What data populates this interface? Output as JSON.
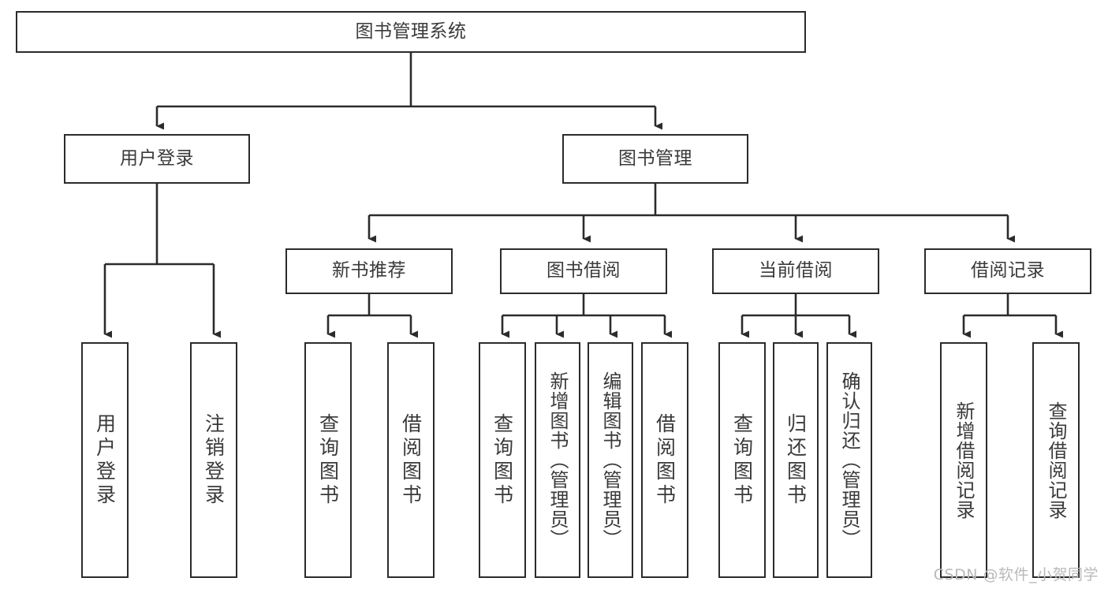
{
  "diagram": {
    "type": "tree-hierarchy",
    "title": "图书管理系统",
    "colors": {
      "box_border": "#2b2b2b",
      "box_fill": "#ffffff",
      "connector": "#2b2b2b",
      "text": "#3a3a3a",
      "watermark": "#b9b9b9",
      "background": "#ffffff"
    },
    "levels": [
      {
        "level": 1,
        "nodes": [
          {
            "id": "root",
            "label": "图书管理系统",
            "orientation": "horizontal"
          }
        ]
      },
      {
        "level": 2,
        "nodes": [
          {
            "id": "user-login",
            "label": "用户登录",
            "orientation": "horizontal",
            "parent": "root"
          },
          {
            "id": "book-manage",
            "label": "图书管理",
            "orientation": "horizontal",
            "parent": "root"
          }
        ]
      },
      {
        "level": 3,
        "nodes": [
          {
            "id": "new-book-rec",
            "label": "新书推荐",
            "orientation": "horizontal",
            "parent": "book-manage"
          },
          {
            "id": "book-borrow",
            "label": "图书借阅",
            "orientation": "horizontal",
            "parent": "book-manage"
          },
          {
            "id": "current-borrow",
            "label": "当前借阅",
            "orientation": "horizontal",
            "parent": "book-manage"
          },
          {
            "id": "borrow-record",
            "label": "借阅记录",
            "orientation": "horizontal",
            "parent": "book-manage"
          }
        ]
      },
      {
        "level": 4,
        "nodes": [
          {
            "id": "leaf-user-login",
            "label": "用户登录",
            "orientation": "vertical",
            "parent": "user-login"
          },
          {
            "id": "leaf-logout",
            "label": "注销登录",
            "orientation": "vertical",
            "parent": "user-login"
          },
          {
            "id": "leaf-query-book-1",
            "label": "查询图书",
            "orientation": "vertical",
            "parent": "new-book-rec"
          },
          {
            "id": "leaf-borrow-book-1",
            "label": "借阅图书",
            "orientation": "vertical",
            "parent": "new-book-rec"
          },
          {
            "id": "leaf-query-book-2",
            "label": "查询图书",
            "orientation": "vertical",
            "parent": "book-borrow"
          },
          {
            "id": "leaf-add-book",
            "label": "新增图书（管理员）",
            "orientation": "vertical",
            "parent": "book-borrow"
          },
          {
            "id": "leaf-edit-book",
            "label": "编辑图书（管理员）",
            "orientation": "vertical",
            "parent": "book-borrow"
          },
          {
            "id": "leaf-borrow-book-2",
            "label": "借阅图书",
            "orientation": "vertical",
            "parent": "book-borrow"
          },
          {
            "id": "leaf-query-book-3",
            "label": "查询图书",
            "orientation": "vertical",
            "parent": "current-borrow"
          },
          {
            "id": "leaf-return-book",
            "label": "归还图书",
            "orientation": "vertical",
            "parent": "current-borrow"
          },
          {
            "id": "leaf-confirm-return",
            "label": "确认归还（管理员）",
            "orientation": "vertical",
            "parent": "current-borrow"
          },
          {
            "id": "leaf-add-record",
            "label": "新增借阅记录",
            "orientation": "vertical",
            "parent": "borrow-record"
          },
          {
            "id": "leaf-query-record",
            "label": "查询借阅记录",
            "orientation": "vertical",
            "parent": "borrow-record"
          }
        ]
      }
    ]
  },
  "watermark": {
    "text": "CSDN @软件_小贺同学"
  }
}
